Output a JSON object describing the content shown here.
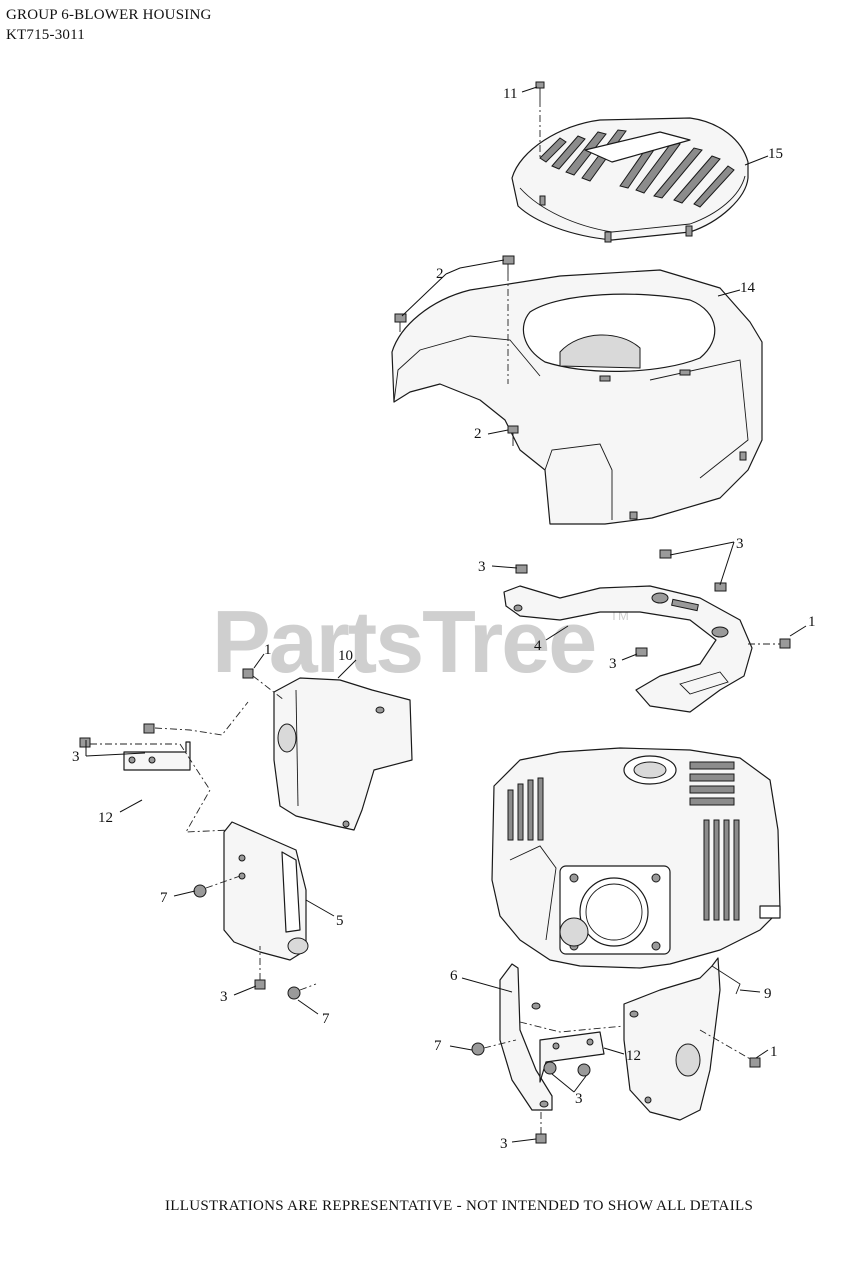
{
  "header": {
    "group_title": "GROUP 6-BLOWER HOUSING",
    "model": "KT715-3011"
  },
  "watermark": {
    "brand": "PartsTree",
    "tm": "TM"
  },
  "callouts": {
    "c11": "11",
    "c15": "15",
    "c2a": "2",
    "c14": "14",
    "c2b": "2",
    "c3a": "3",
    "c3b": "3",
    "c1a": "1",
    "c4": "4",
    "c3c": "3",
    "c1b": "1",
    "c10": "10",
    "c3d": "3",
    "c12a": "12",
    "c7a": "7",
    "c5": "5",
    "c3e": "3",
    "c7b": "7",
    "c6": "6",
    "c9": "9",
    "c7c": "7",
    "c12b": "12",
    "c1c": "1",
    "c3f": "3",
    "c3g": "3"
  },
  "footer": {
    "note": "ILLUSTRATIONS ARE REPRESENTATIVE - NOT INTENDED TO SHOW ALL DETAILS"
  }
}
